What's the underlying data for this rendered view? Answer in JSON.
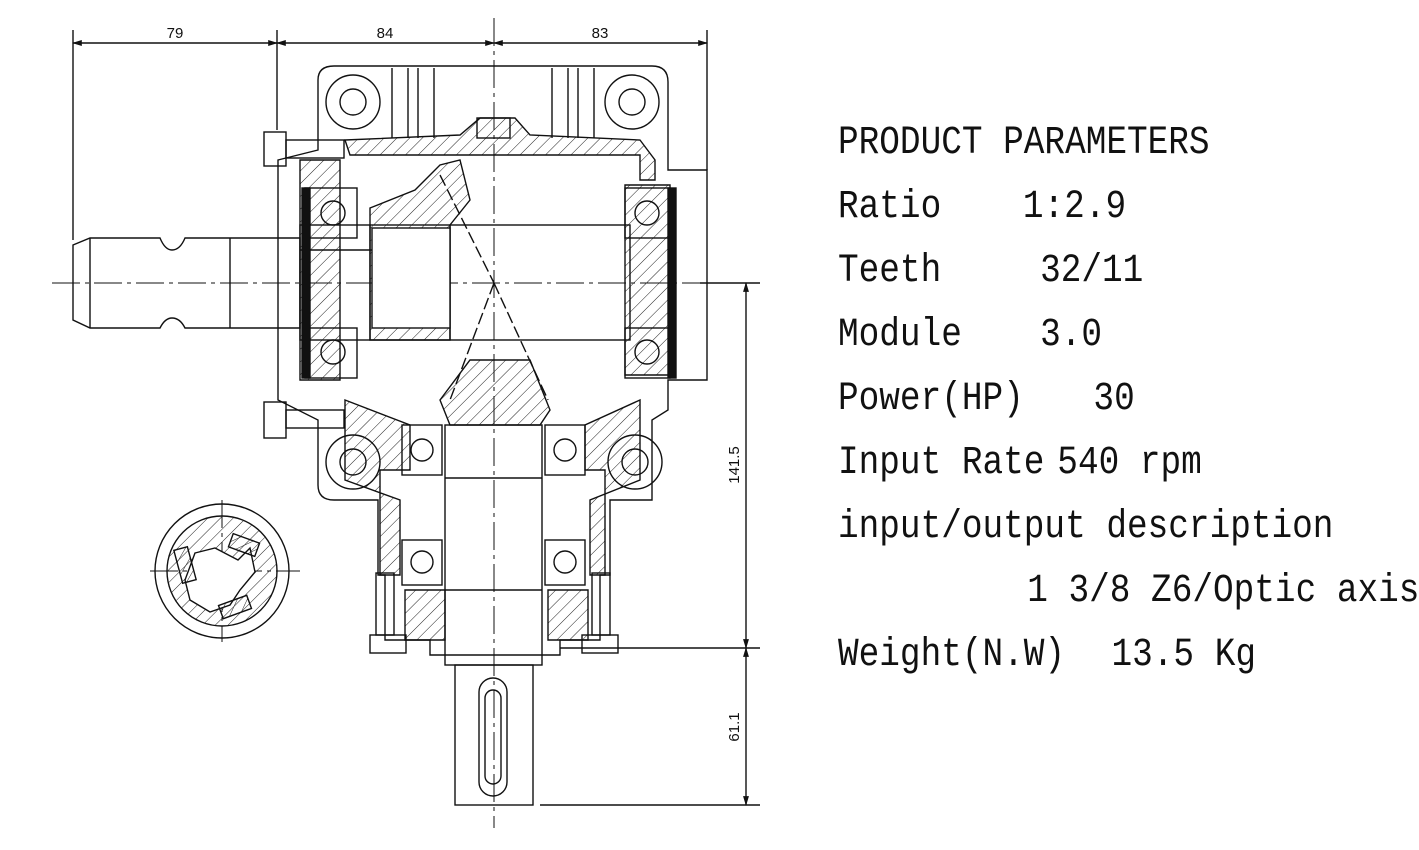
{
  "dimensions": {
    "top_left": "79",
    "top_middle": "84",
    "top_right": "83",
    "height_main": "141.5",
    "height_shaft": "61.1"
  },
  "parameters": {
    "heading": "PRODUCT PARAMETERS",
    "rows": [
      {
        "label": "Ratio",
        "value": "1:2.9"
      },
      {
        "label": "Teeth",
        "value": "32/11"
      },
      {
        "label": "Module",
        "value": "3.0"
      },
      {
        "label": "Power(HP)",
        "value": "30"
      },
      {
        "label": "Input Rate",
        "value": "540 rpm"
      },
      {
        "label": "input/output description",
        "value": ""
      },
      {
        "label": "",
        "value": "1 3/8 Z6/Optic axis"
      },
      {
        "label": "Weight(N.W)",
        "value": "13.5 Kg"
      }
    ]
  },
  "colors": {
    "line": "#111111",
    "background": "#ffffff"
  }
}
